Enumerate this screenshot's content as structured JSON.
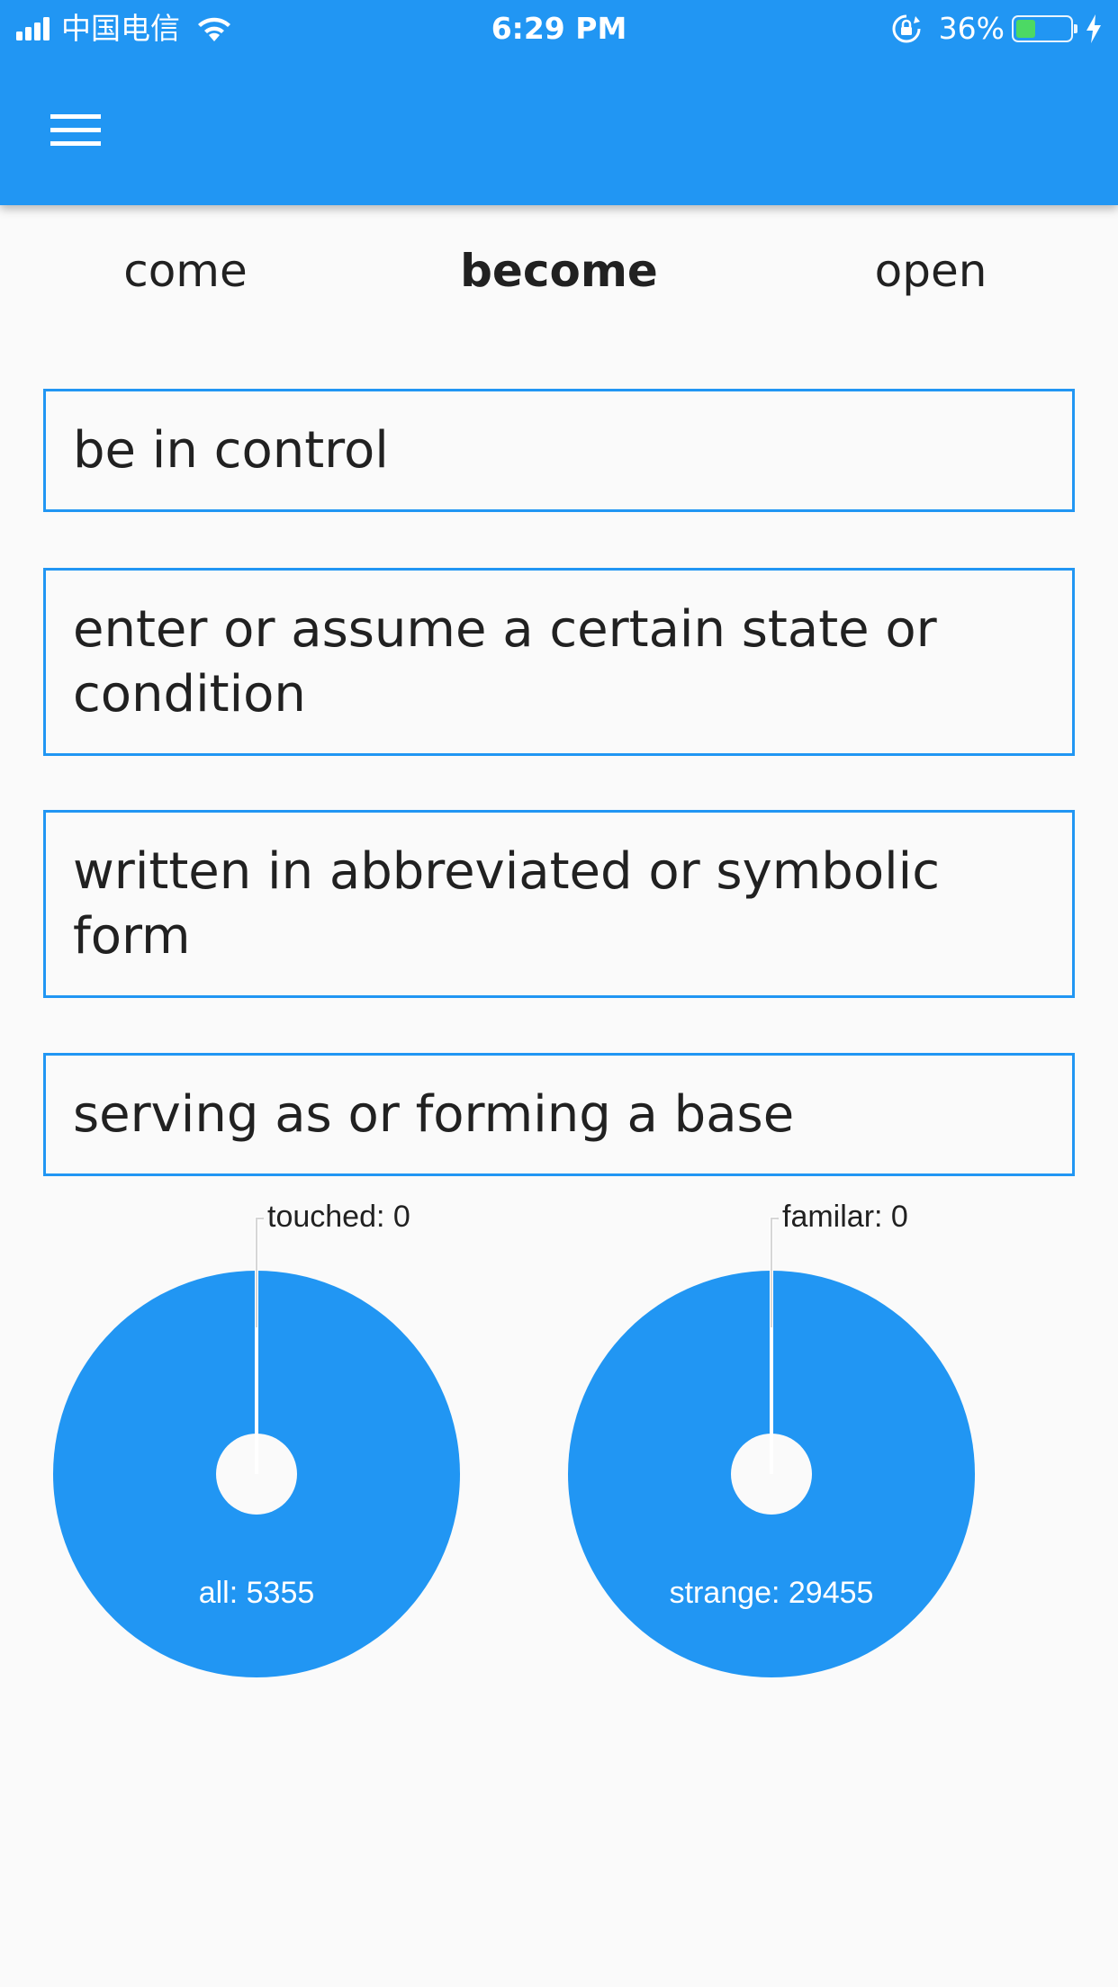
{
  "status_bar": {
    "carrier": "中国电信",
    "time": "6:29 PM",
    "battery_percent": "36%",
    "battery_level": 0.36,
    "icons": [
      "signal-icon",
      "wifi-icon",
      "rotation-lock-icon",
      "battery-icon",
      "charging-icon"
    ]
  },
  "app_bar": {
    "menu_icon": "menu-icon"
  },
  "words": [
    {
      "label": "come",
      "active": false
    },
    {
      "label": "become",
      "active": true
    },
    {
      "label": "open",
      "active": false
    }
  ],
  "options": [
    "be in control",
    "enter or assume a certain state or condition",
    "written in abbreviated or symbolic form",
    "serving as or forming a base"
  ],
  "colors": {
    "primary": "#2196f3",
    "background": "#fafafa",
    "text": "#212121",
    "charging_green": "#4cd964"
  },
  "chart_data": [
    {
      "type": "pie",
      "slices": [
        {
          "label": "touched",
          "value": 0
        },
        {
          "label": "all",
          "value": 5355
        }
      ],
      "labels": {
        "outer": "touched: 0",
        "inner": "all: 5355"
      }
    },
    {
      "type": "pie",
      "slices": [
        {
          "label": "familar",
          "value": 0
        },
        {
          "label": "strange",
          "value": 29455
        }
      ],
      "labels": {
        "outer": "familar: 0",
        "inner": "strange: 29455"
      }
    }
  ]
}
